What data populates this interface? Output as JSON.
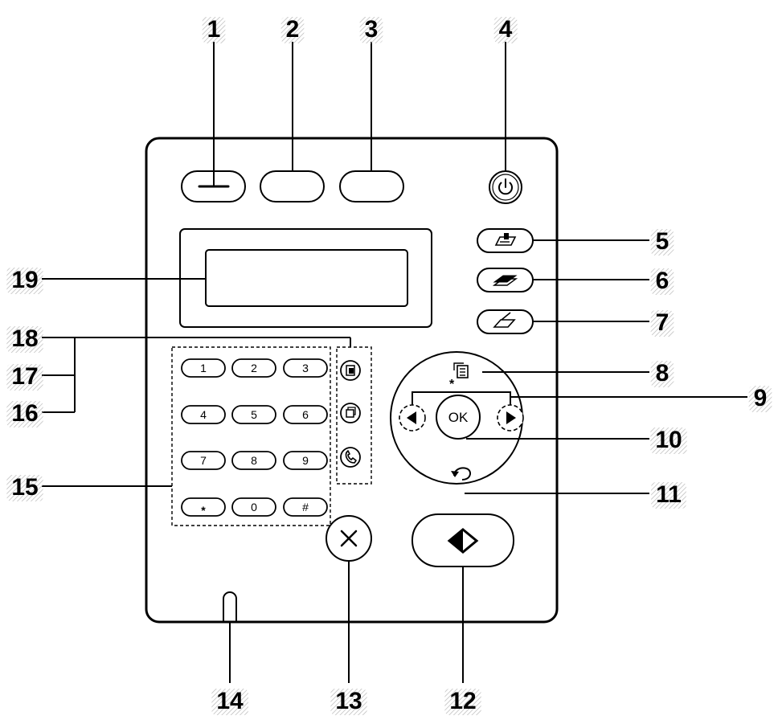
{
  "callouts": [
    "1",
    "2",
    "3",
    "4",
    "5",
    "6",
    "7",
    "8",
    "9",
    "10",
    "11",
    "12",
    "13",
    "14",
    "15",
    "16",
    "17",
    "18",
    "19"
  ],
  "keypad": {
    "keys": [
      "1",
      "2",
      "3",
      "4",
      "5",
      "6",
      "7",
      "8",
      "9",
      "*",
      "0",
      "#"
    ]
  },
  "nav": {
    "ok_label": "OK"
  },
  "icons": {
    "power": "power-icon",
    "fax": "fax-icon",
    "copy": "copy-icon",
    "scan": "scan-icon",
    "menu": "menu-icon",
    "left_arrow": "left-arrow-icon",
    "right_arrow": "right-arrow-icon",
    "back": "back-icon",
    "start": "start-icon",
    "stop": "stop-icon",
    "address_book": "address-book-icon",
    "redial": "redial-icon",
    "on_hook_dial": "on-hook-dial-icon"
  }
}
